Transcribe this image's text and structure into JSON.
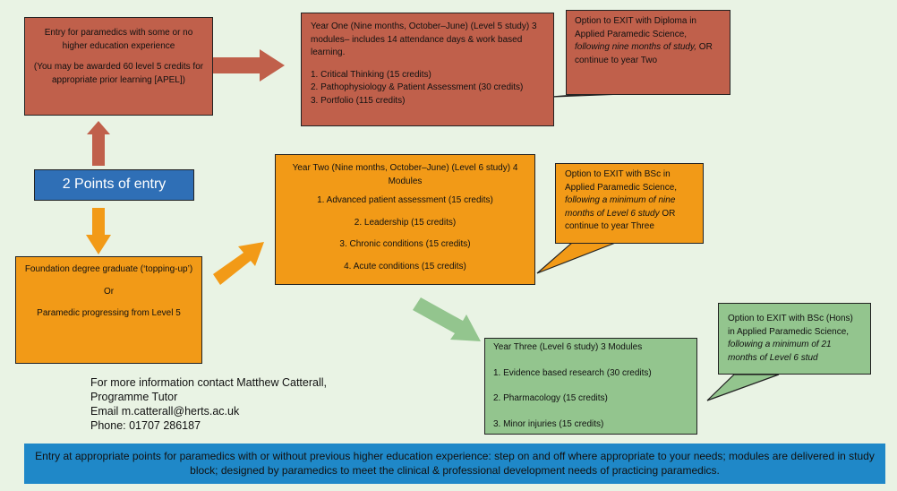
{
  "entry_center": {
    "label": "2 Points of entry"
  },
  "entry_top": {
    "line1": "Entry for paramedics with some or no higher education experience",
    "line2": "(You may be awarded 60 level 5 credits for appropriate prior learning [APEL])"
  },
  "entry_bottom": {
    "line1": "Foundation degree graduate (‘topping-up’)",
    "or": "Or",
    "line2": "Paramedic progressing from Level 5"
  },
  "year_one": {
    "heading": "Year One (Nine months, October–June) (Level 5 study) 3 modules– includes 14 attendance days & work based learning.",
    "modules": [
      "1. Critical Thinking (15 credits)",
      "2. Pathophysiology & Patient Assessment (30 credits)",
      "3. Portfolio (115 credits)"
    ]
  },
  "year_two": {
    "heading": "Year Two (Nine months, October–June) (Level 6 study) 4 Modules",
    "modules": [
      "1. Advanced patient assessment (15 credits)",
      "2. Leadership (15 credits)",
      "3. Chronic conditions (15 credits)",
      "4. Acute conditions (15 credits)"
    ]
  },
  "year_three": {
    "heading": "Year Three (Level 6 study) 3 Modules",
    "modules": [
      "1. Evidence based research (30 credits)",
      "2. Pharmacology (15 credits)",
      "3. Minor injuries (15 credits)"
    ]
  },
  "exit_one": {
    "a": "Option to EXIT with Diploma in Applied Paramedic Science,",
    "b": "following nine months of study,",
    "c": "OR continue to year Two"
  },
  "exit_two": {
    "a": "Option to EXIT with BSc in Applied Paramedic Science,",
    "b": "following a minimum of nine months of Level 6 study",
    "c": "OR continue to year Three"
  },
  "exit_three": {
    "a": "Option to EXIT with BSc (Hons) in Applied Paramedic Science,",
    "b": "following a minimum of 21 months of Level 6 stud"
  },
  "contact": {
    "line1": "For more information contact Matthew Catterall,",
    "line2": "Programme Tutor",
    "line3": "Email m.catterall@herts.ac.uk",
    "line4": "Phone: 01707 286187"
  },
  "footer": {
    "text": "Entry at appropriate points for paramedics with or without previous higher education experience: step on and off where appropriate to your needs; modules are delivered in study block; designed by paramedics to meet the clinical & professional development needs of practicing paramedics."
  },
  "colors": {
    "background": "#e9f3e4",
    "rust": "#c0604b",
    "orange": "#f29a17",
    "green": "#93c58e",
    "blue": "#2f6fb6",
    "banner": "#1f88c8"
  }
}
